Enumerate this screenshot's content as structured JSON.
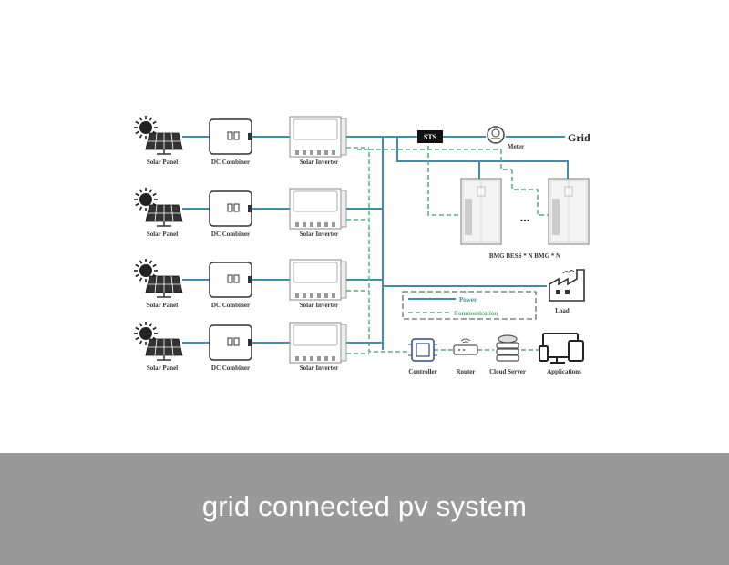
{
  "colors": {
    "power": "#3f8fa8",
    "communication": "#56b07a",
    "equipment": "#444444",
    "caption_bar": "#999999",
    "caption_text": "#ffffff"
  },
  "rows": [
    {
      "panel_label": "Solar Panel",
      "combiner_label": "DC Combiner",
      "inverter_label": "Solar Inverter"
    },
    {
      "panel_label": "Solar Panel",
      "combiner_label": "DC Combiner",
      "inverter_label": "Solar Inverter"
    },
    {
      "panel_label": "Solar Panel",
      "combiner_label": "DC Combiner",
      "inverter_label": "Solar Inverter"
    },
    {
      "panel_label": "Solar Panel",
      "combiner_label": "DC Combiner",
      "inverter_label": "Solar Inverter"
    }
  ],
  "sts": {
    "label": "STS"
  },
  "meter": {
    "label": "Meter"
  },
  "grid": {
    "label": "Grid"
  },
  "bess": {
    "label": "BMG BESS * N BMG  * N",
    "ellipsis": "..."
  },
  "load": {
    "label": "Load"
  },
  "legend": {
    "power_label": "Power",
    "communication_label": "Communication"
  },
  "devices": {
    "controller_label": "Controller",
    "router_label": "Router",
    "cloud_label": "Cloud Server",
    "applications_label": "Applications"
  },
  "caption": "grid connected pv system"
}
